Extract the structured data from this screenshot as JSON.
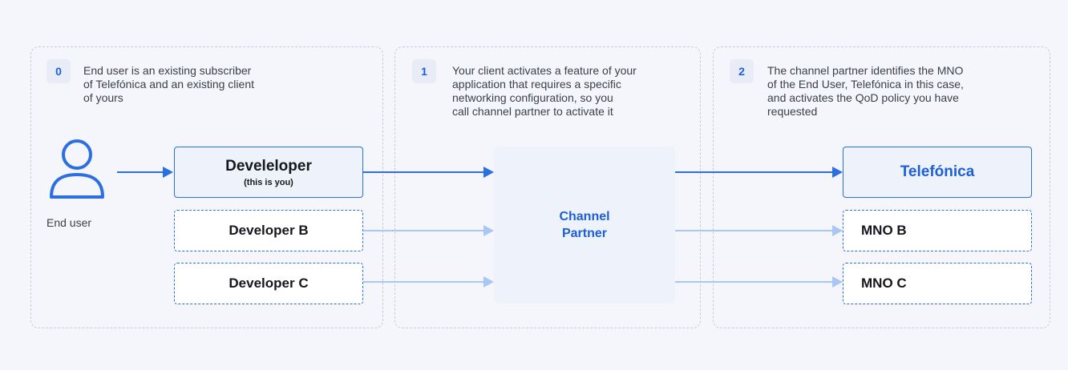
{
  "steps": [
    {
      "number": "0",
      "lines": [
        "End user is an existing subscriber",
        "of Telefónica and an existing client",
        "of yours"
      ]
    },
    {
      "number": "1",
      "lines": [
        "Your client activates a feature of your",
        "application that requires a specific",
        "networking configuration, so you",
        "call channel partner to activate it"
      ]
    },
    {
      "number": "2",
      "lines": [
        "The channel partner identifies the MNO",
        "of the End User, Telefónica in this case,",
        "and activates the QoD policy you have",
        "requested"
      ]
    }
  ],
  "end_user": {
    "label": "End user",
    "icon": "person-icon"
  },
  "developers": {
    "main": {
      "title": "Develeloper",
      "subtitle": "(this is you)"
    },
    "b": {
      "title": "Developer B"
    },
    "c": {
      "title": "Developer C"
    }
  },
  "channel_partner": {
    "line1": "Channel",
    "line2": "Partner"
  },
  "mnos": {
    "main": {
      "title": "Telefónica"
    },
    "b": {
      "title": "MNO B"
    },
    "c": {
      "title": "MNO C"
    }
  },
  "colors": {
    "primary_blue": "#2b6fe0",
    "light_arrow": "#a9c6f5",
    "panel_fill": "#eef2fb",
    "dashed_border": "#c9ccd4"
  }
}
